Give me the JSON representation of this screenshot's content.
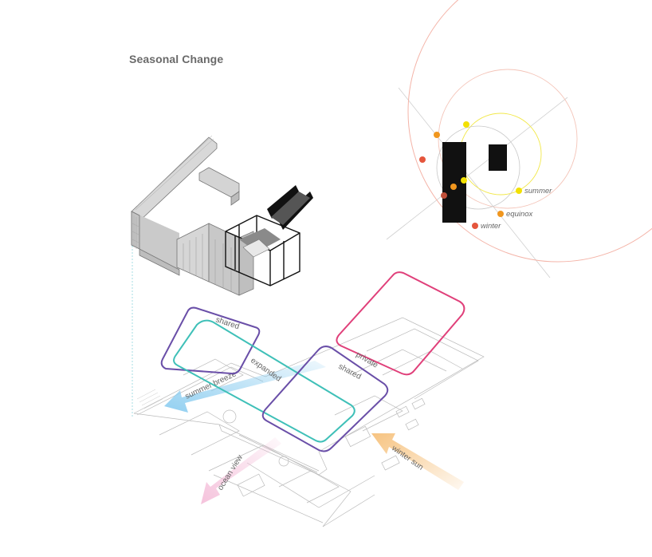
{
  "title": "Seasonal Change",
  "sun_path": {
    "labels": {
      "summer": "summer",
      "equinox": "equinox",
      "winter": "winter"
    },
    "colors": {
      "summer": "#f2e000",
      "equinox": "#f0961e",
      "winter": "#e5553c",
      "orbit": "#f4b4a8"
    }
  },
  "zones": [
    {
      "label": "shared",
      "color": "#6a4fa8"
    },
    {
      "label": "expanded",
      "color": "#3fc0b8"
    },
    {
      "label": "shared",
      "color": "#6a4fa8"
    },
    {
      "label": "private",
      "color": "#e0407a"
    }
  ],
  "arrows": {
    "summer_breeze": {
      "label": "summer breeze",
      "color": "#8ccdf0"
    },
    "ocean_view": {
      "label": "ocean view",
      "color": "#f4bcd8"
    },
    "winter_sun": {
      "label": "winter sun",
      "color": "#f6c07a"
    }
  }
}
